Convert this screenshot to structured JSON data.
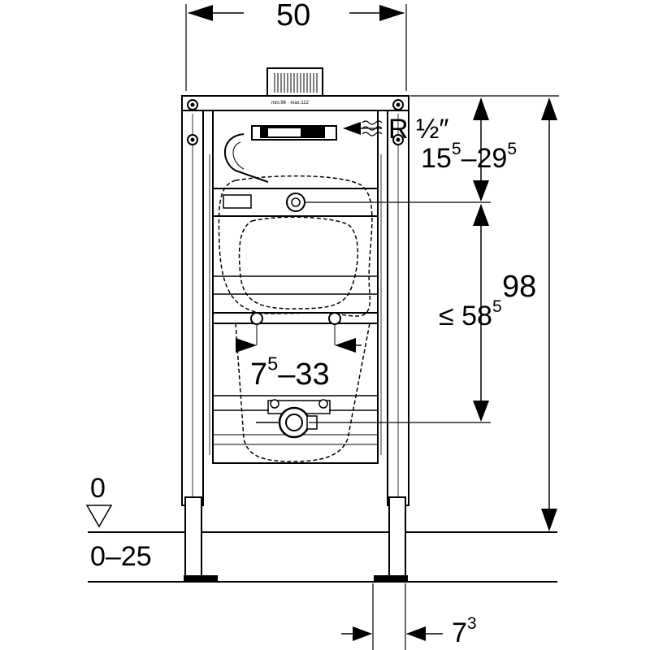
{
  "dimensions": {
    "width_total": "50",
    "connection": "R ½″",
    "connection_height_base": "15",
    "connection_height_base_sup": "5",
    "connection_height_sep": "–",
    "connection_height_max": "29",
    "connection_height_max_sup": "5",
    "total_height": "98",
    "drain_distance_prefix": "≤ ",
    "drain_distance": "58",
    "drain_distance_sup": "5",
    "fixing_spacing_min": "7",
    "fixing_spacing_min_sup": "5",
    "fixing_spacing_sep": "–",
    "fixing_spacing_max": "33",
    "floor_level": "0",
    "floor_adjust": "0–25",
    "foot_offset": "7",
    "foot_offset_sup": "3"
  },
  "frame_marking": "min.96 - max.112",
  "colors": {
    "line": "#000000",
    "fill_light": "#ffffff"
  }
}
